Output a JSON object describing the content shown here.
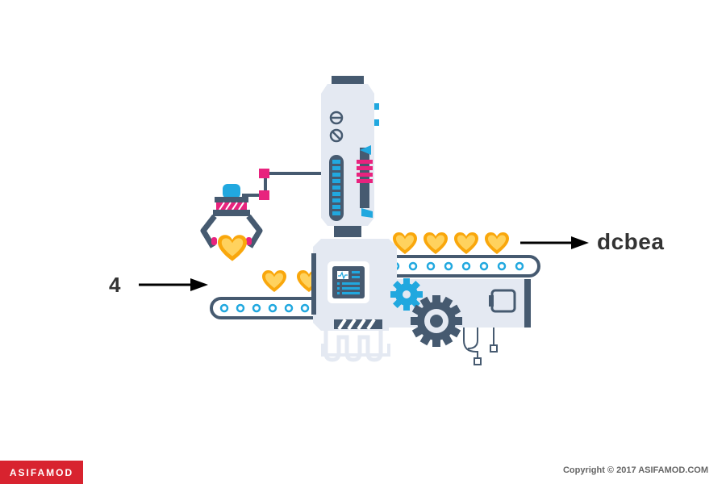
{
  "input_value": "4",
  "output_value": "dcbea",
  "brand": {
    "logo_text": "ASIFAMOD"
  },
  "footer": {
    "copyright": "Copyright  ©  2017 ASIFAMOD.COM"
  },
  "colors": {
    "machine_body": "#e4e9f2",
    "machine_frame": "#465a70",
    "accent_blue": "#21a8df",
    "accent_pink": "#e8237e",
    "heart_gold": "#f9a70c",
    "heart_light": "#ffd25e",
    "arrow": "#000000"
  },
  "icons": [
    "heart-icon",
    "gear-icon",
    "robot-claw-icon",
    "monitor-icon"
  ]
}
